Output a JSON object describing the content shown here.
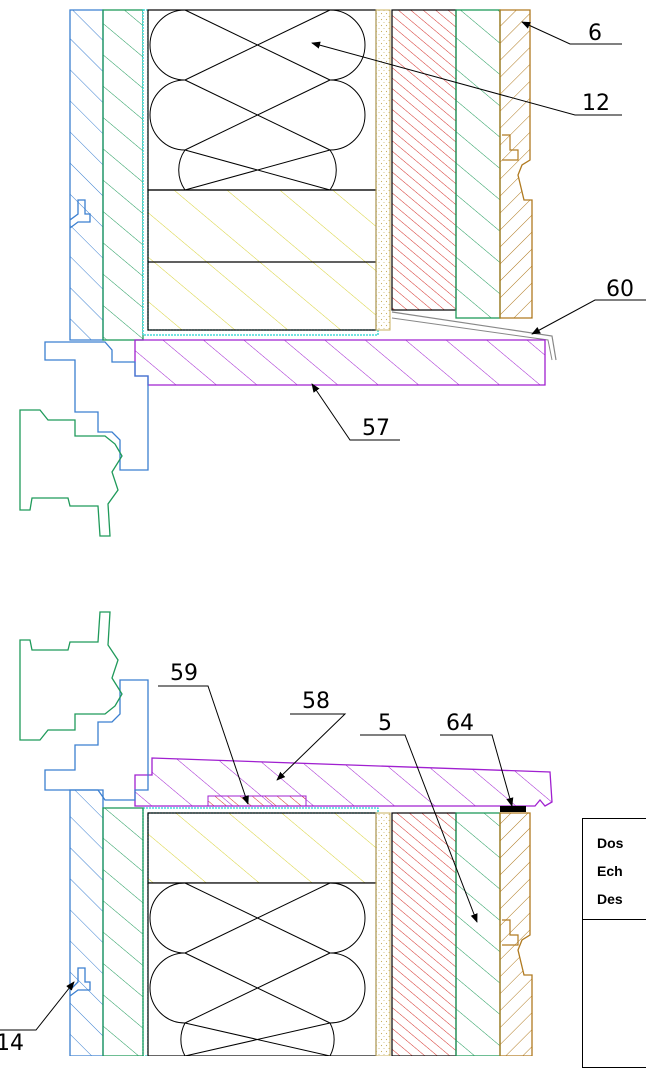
{
  "labels": {
    "l6": "6",
    "l12": "12",
    "l60": "60",
    "l57": "57",
    "l59": "59",
    "l58": "58",
    "l5": "5",
    "l64": "64",
    "l14": "14"
  },
  "title_block": {
    "row1": "Dos",
    "row2": "Ech",
    "row3": "Des"
  },
  "colors": {
    "blue": "#3b7fd0",
    "green": "#1f9a5a",
    "cyan": "#22d0d0",
    "yellow": "#d8d238",
    "red": "#d4302a",
    "brown": "#b07a20",
    "purple": "#a020d0",
    "sand": "#c8b060",
    "black": "#000000"
  }
}
